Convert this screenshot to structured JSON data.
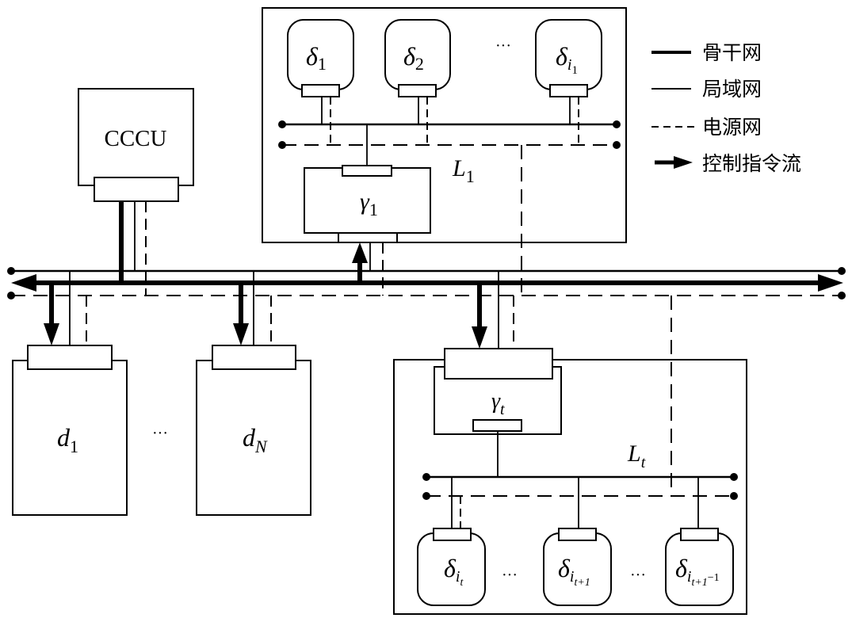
{
  "legend": {
    "items": [
      {
        "label": "骨干网",
        "style": "thick-solid"
      },
      {
        "label": "局域网",
        "style": "thin-solid"
      },
      {
        "label": "电源网",
        "style": "dashed"
      },
      {
        "label": "控制指令流",
        "style": "arrow"
      }
    ]
  },
  "nodes": {
    "cccu": {
      "label": "CCCU"
    },
    "d1": {
      "base": "d",
      "sub": "1"
    },
    "dN": {
      "base": "d",
      "sub": "N"
    },
    "d_ellipsis": "···",
    "gamma1": {
      "base": "γ",
      "sub": "1"
    },
    "gammat": {
      "base": "γ",
      "sub": "t"
    },
    "L1": {
      "base": "L",
      "sub": "1"
    },
    "Lt": {
      "base": "L",
      "sub": "t"
    },
    "top_deltas": [
      {
        "base": "δ",
        "sub": "1",
        "subsub": ""
      },
      {
        "base": "δ",
        "sub": "2",
        "subsub": ""
      },
      {
        "base": "δ",
        "sub": "i",
        "subsub": "1"
      }
    ],
    "top_ellipsis": "···",
    "bottom_deltas": [
      {
        "base": "δ",
        "sub": "i",
        "subsub": "t"
      },
      {
        "base": "δ",
        "sub": "i",
        "subsub": "t+1"
      },
      {
        "base": "δ",
        "sub": "i",
        "subsub": "t+1",
        "suffix": "−1"
      }
    ],
    "bottom_ellipsis": [
      "···",
      "···"
    ]
  }
}
